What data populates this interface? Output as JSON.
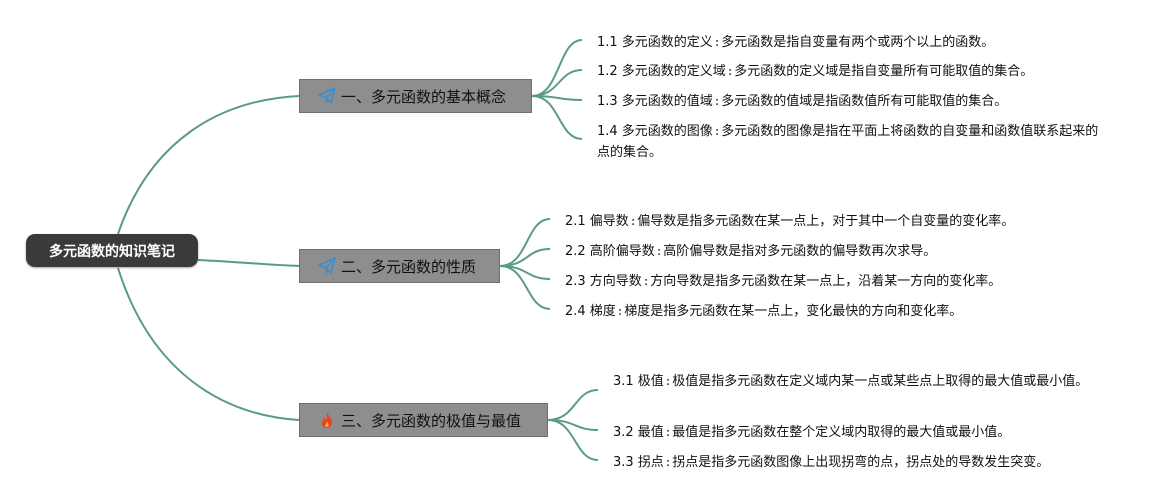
{
  "root": {
    "label": "多元函数的知识笔记"
  },
  "colors": {
    "line": "#5b9a8b",
    "root_bg": "#3a3a3a",
    "branch_bg": "#8e8e8e"
  },
  "branches": [
    {
      "icon": "paper-plane-icon",
      "label": "一、多元函数的基本概念",
      "items": [
        {
          "label": "1.1 多元函数的定义",
          "text": "多元函数是指自变量有两个或两个以上的函数。"
        },
        {
          "label": "1.2 多元函数的定义域",
          "text": "多元函数的定义域是指自变量所有可能取值的集合。"
        },
        {
          "label": "1.3 多元函数的值域",
          "text": "多元函数的值域是指函数值所有可能取值的集合。"
        },
        {
          "label": "1.4 多元函数的图像",
          "text": "多元函数的图像是指在平面上将函数的自变量和函数值联系起来的点的集合。"
        }
      ]
    },
    {
      "icon": "paper-plane-icon",
      "label": "二、多元函数的性质",
      "items": [
        {
          "label": "2.1 偏导数",
          "text": "偏导数是指多元函数在某一点上，对于其中一个自变量的变化率。"
        },
        {
          "label": "2.2 高阶偏导数",
          "text": "高阶偏导数是指对多元函数的偏导数再次求导。"
        },
        {
          "label": "2.3 方向导数",
          "text": "方向导数是指多元函数在某一点上，沿着某一方向的变化率。"
        },
        {
          "label": "2.4 梯度",
          "text": "梯度是指多元函数在某一点上，变化最快的方向和变化率。"
        }
      ]
    },
    {
      "icon": "flame-icon",
      "label": "三、多元函数的极值与最值",
      "items": [
        {
          "label": "3.1 极值",
          "text": "极值是指多元函数在定义域内某一点或某些点上取得的最大值或最小值。"
        },
        {
          "label": "3.2 最值",
          "text": "最值是指多元函数在整个定义域内取得的最大值或最小值。"
        },
        {
          "label": "3.3 拐点",
          "text": "拐点是指多元函数图像上出现拐弯的点，拐点处的导数发生突变。"
        }
      ]
    }
  ]
}
